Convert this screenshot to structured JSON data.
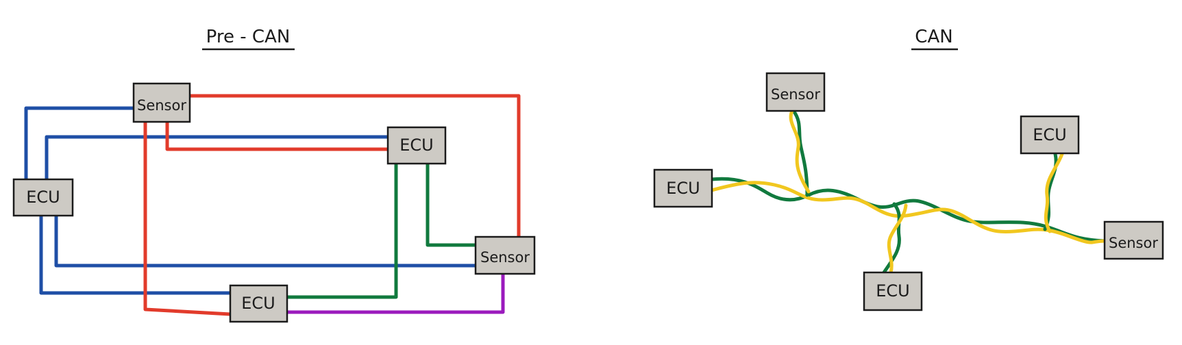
{
  "pre_can": {
    "title": "Pre - CAN",
    "nodes": {
      "sensor_top": "Sensor",
      "ecu_left": "ECU",
      "ecu_upper_right": "ECU",
      "sensor_right": "Sensor",
      "ecu_bottom": "ECU"
    }
  },
  "can": {
    "title": "CAN",
    "nodes": {
      "sensor_top": "Sensor",
      "ecu_left": "ECU",
      "ecu_top_right": "ECU",
      "sensor_right": "Sensor",
      "ecu_bottom": "ECU"
    }
  },
  "colors": {
    "blue": "#1f4fa6",
    "red": "#e23b2b",
    "green": "#117a3e",
    "purple": "#9b1bbd",
    "yellow": "#f1c71f",
    "box_fill": "#cdcac4",
    "outline": "#1b1b1b"
  }
}
